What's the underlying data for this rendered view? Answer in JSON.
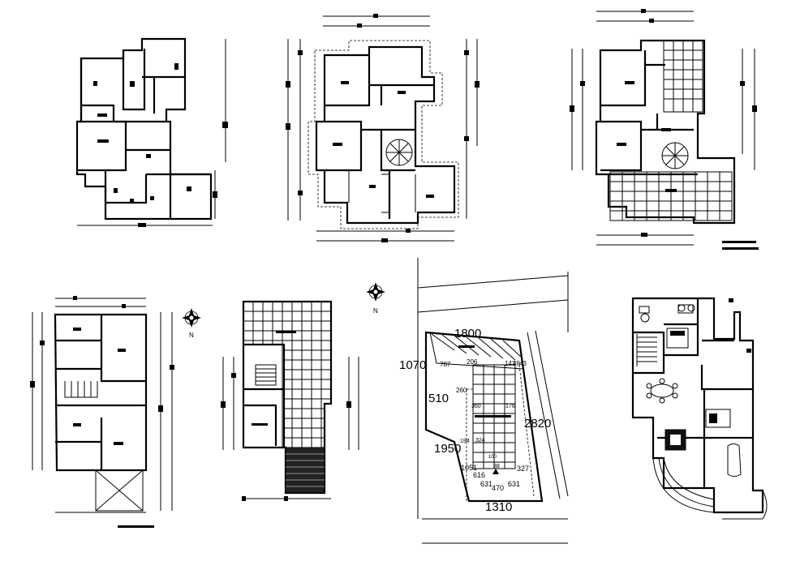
{
  "site_plan": {
    "dimensions": {
      "top_width": "1800",
      "left_upper": "1070",
      "left_mid": "510",
      "left_lower": "1950",
      "right_side": "2820",
      "bottom_width": "1310"
    },
    "inner_labels": {
      "a": "787",
      "b": "206",
      "c": "143",
      "d": "260",
      "e": "360",
      "f": "176",
      "g": "194",
      "h": "324",
      "i": "100",
      "j": "1051",
      "k": "616",
      "l": "88",
      "m": "327",
      "n": "631",
      "o": "470",
      "p": "631",
      "q": "48",
      "r": "43"
    }
  },
  "north_arrows": [
    {
      "label": "N"
    },
    {
      "label": "N"
    }
  ],
  "colors": {
    "line": "#000000",
    "background": "#ffffff"
  }
}
